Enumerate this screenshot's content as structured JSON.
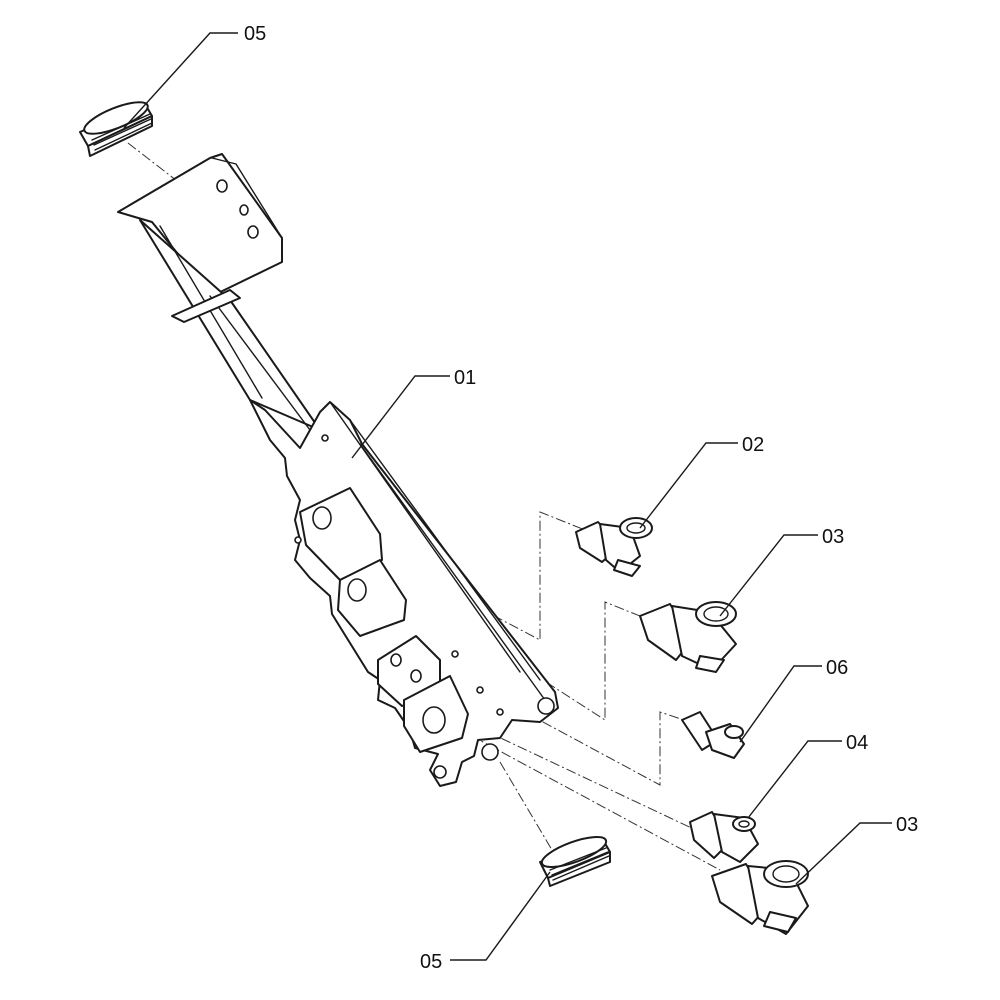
{
  "callouts": {
    "c01": "01",
    "c02": "02",
    "c03_top": "03",
    "c06": "06",
    "c04": "04",
    "c03_bottom": "03",
    "c05_top": "05",
    "c05_bottom": "05"
  }
}
